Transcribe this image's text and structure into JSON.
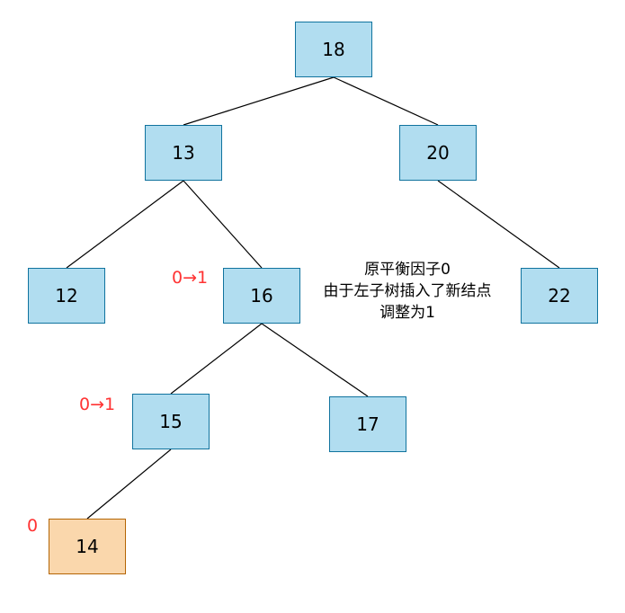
{
  "tree": {
    "nodes": {
      "n18": "18",
      "n13": "13",
      "n20": "20",
      "n12": "12",
      "n16": "16",
      "n22": "22",
      "n15": "15",
      "n17": "17",
      "n14": "14"
    },
    "edges": [
      [
        "n18",
        "n13"
      ],
      [
        "n18",
        "n20"
      ],
      [
        "n13",
        "n12"
      ],
      [
        "n13",
        "n16"
      ],
      [
        "n20",
        "n22"
      ],
      [
        "n16",
        "n15"
      ],
      [
        "n16",
        "n17"
      ],
      [
        "n15",
        "n14"
      ]
    ],
    "inserted_node": "n14"
  },
  "balance_labels": {
    "n16": "0→1",
    "n15": "0→1",
    "n14": "0"
  },
  "note": {
    "line1": "原平衡因子0",
    "line2": "由于左子树插入了新结点",
    "line3": "调整为1"
  },
  "colors": {
    "node_fill": "#b1ddf0",
    "node_border": "#10739e",
    "new_node_fill": "#fad7ac",
    "new_node_border": "#b46504",
    "balance_label": "#ff3333",
    "edge": "#000000"
  }
}
